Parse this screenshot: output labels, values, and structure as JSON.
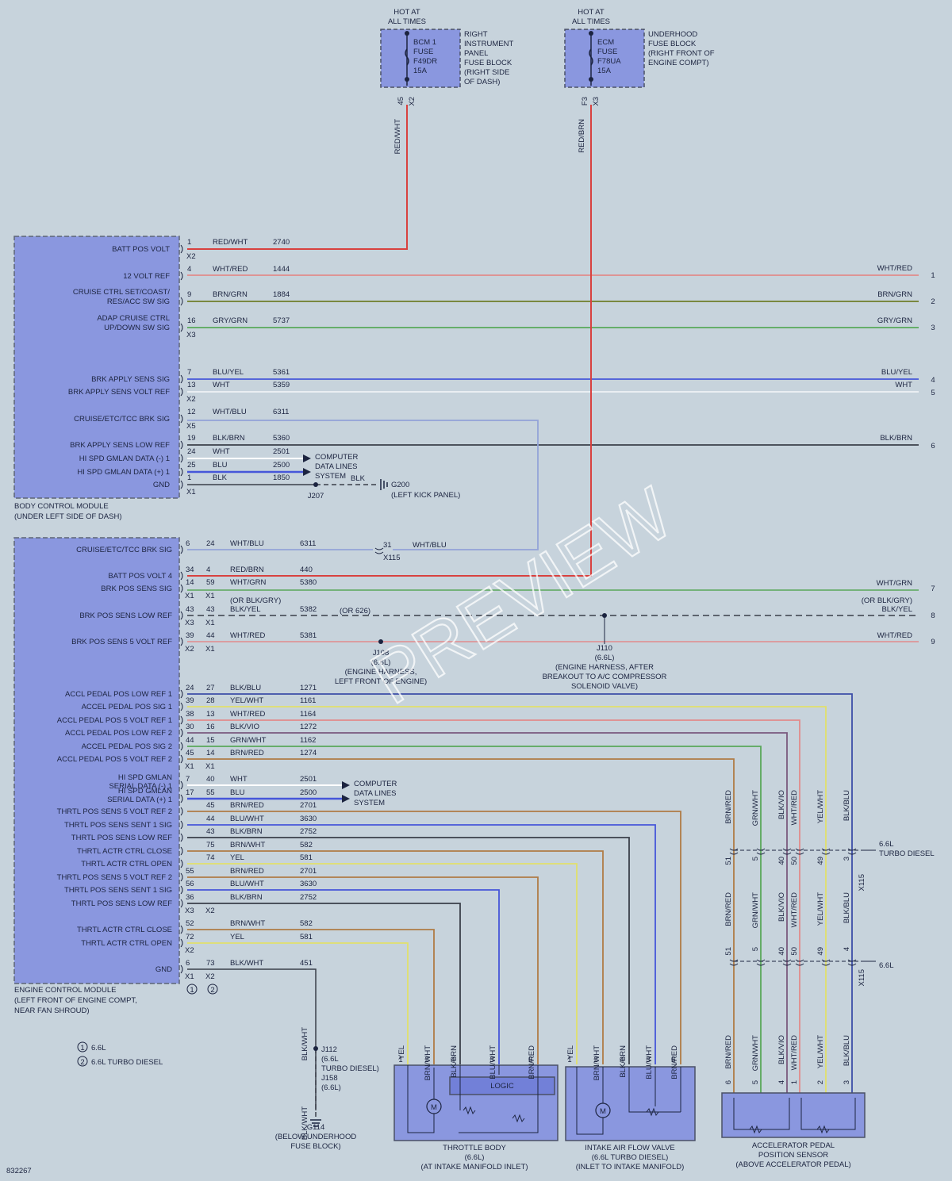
{
  "colors": {
    "background": "#c7d3dc",
    "module_fill": "#8a97df",
    "module_stroke": "#5d6577",
    "red": "#d8413f",
    "pink": "#e28b8b",
    "olive": "#6f7d2a",
    "green": "#59a85a",
    "blue": "#4656d9",
    "light_blue": "#93a3d8",
    "yellow": "#e1e06c",
    "brown": "#b07b45",
    "black": "#3a3f4a",
    "white_wire": "#eef2f6"
  },
  "fuses": [
    {
      "hot": [
        "HOT AT",
        "ALL TIMES"
      ],
      "label": [
        "BCM 1",
        "FUSE",
        "F49DR",
        "15A"
      ],
      "location": [
        "RIGHT",
        "INSTRUMENT",
        "PANEL",
        "FUSE BLOCK",
        "(RIGHT SIDE",
        "OF DASH)"
      ],
      "pins": [
        "45",
        "X2"
      ],
      "wire": "RED/WHT"
    },
    {
      "hot": [
        "HOT AT",
        "ALL TIMES"
      ],
      "label": [
        "ECM",
        "FUSE",
        "F78UA",
        "15A"
      ],
      "location": [
        "UNDERHOOD",
        "FUSE BLOCK",
        "(RIGHT FRONT OF",
        "ENGINE COMPT)"
      ],
      "pins": [
        "F3",
        "X3"
      ],
      "wire": "RED/BRN"
    }
  ],
  "bcm": {
    "name": [
      "BODY CONTROL MODULE",
      "(UNDER LEFT SIDE OF DASH)"
    ],
    "rows": [
      {
        "sig": [
          "BATT POS VOLT"
        ],
        "pin": "1",
        "color": "RED/WHT",
        "circuit": "2740",
        "conn": "X2"
      },
      {
        "sig": [
          "12 VOLT REF"
        ],
        "pin": "4",
        "color": "WHT/RED",
        "circuit": "1444",
        "right_color": "WHT/RED",
        "right_num": "1"
      },
      {
        "sig": [
          "CRUISE CTRL SET/COAST/",
          "RES/ACC SW SIG"
        ],
        "pin": "9",
        "color": "BRN/GRN",
        "circuit": "1884",
        "right_color": "BRN/GRN",
        "right_num": "2"
      },
      {
        "sig": [
          "ADAP CRUISE CTRL",
          "UP/DOWN SW SIG"
        ],
        "pin": "16",
        "color": "GRY/GRN",
        "circuit": "5737",
        "right_color": "GRY/GRN",
        "right_num": "3",
        "conn": "X3"
      },
      {
        "sig": [
          "BRK APPLY SENS SIG"
        ],
        "pin": "7",
        "color": "BLU/YEL",
        "circuit": "5361",
        "right_color": "BLU/YEL",
        "right_num": "4"
      },
      {
        "sig": [
          "BRK APPLY SENS VOLT REF"
        ],
        "pin": "13",
        "color": "WHT",
        "circuit": "5359",
        "right_color": "WHT",
        "right_num": "5",
        "conn": "X2"
      },
      {
        "sig": [
          "CRUISE/ETC/TCC BRK SIG"
        ],
        "pin": "12",
        "color": "WHT/BLU",
        "circuit": "6311",
        "conn": "X5"
      },
      {
        "sig": [
          "BRK APPLY SENS LOW REF"
        ],
        "pin": "19",
        "color": "BLK/BRN",
        "circuit": "5360",
        "right_color": "BLK/BRN",
        "right_num": "6"
      },
      {
        "sig": [
          "HI SPD GMLAN DATA (-) 1"
        ],
        "pin": "24",
        "color": "WHT",
        "circuit": "2501"
      },
      {
        "sig": [
          "HI SPD GMLAN DATA (+) 1"
        ],
        "pin": "25",
        "color": "BLU",
        "circuit": "2500"
      },
      {
        "sig": [
          "GND"
        ],
        "pin": "1",
        "color": "BLK",
        "circuit": "1850",
        "conn": "X1"
      }
    ],
    "data_lines": [
      "COMPUTER",
      "DATA LINES",
      "SYSTEM"
    ],
    "gnd_wire": "BLK",
    "splice": "J207",
    "ground": [
      "G200",
      "(LEFT KICK PANEL)"
    ]
  },
  "ecm": {
    "name": [
      "ENGINE CONTROL MODULE",
      "(LEFT FRONT OF ENGINE COMPT,",
      "NEAR FAN SHROUD)"
    ],
    "rows": [
      {
        "sig": [
          "CRUISE/ETC/TCC BRK SIG"
        ],
        "p1": "6",
        "p2": "24",
        "color": "WHT/BLU",
        "circuit": "6311"
      },
      {
        "sig": [
          "BATT POS VOLT 4"
        ],
        "p1": "34",
        "p2": "4",
        "color": "RED/BRN",
        "circuit": "440"
      },
      {
        "sig": [
          "BRK POS SENS SIG"
        ],
        "p1": "14",
        "p2": "59",
        "color": "WHT/GRN",
        "circuit": "5380",
        "conn": [
          "X1",
          "X1"
        ],
        "right_color": "WHT/GRN",
        "right_num": "7"
      },
      {
        "sig": [
          "BRK POS SENS LOW REF"
        ],
        "p1": "43",
        "p2": "43",
        "color": "BLK/YEL",
        "alt": "(OR BLK/GRY)",
        "circuit": "5382",
        "conn": [
          "X3",
          "X1"
        ],
        "right_color": "BLK/YEL",
        "right_alt": "(OR BLK/GRY)",
        "right_num": "8"
      },
      {
        "sig": [
          "BRK POS SENS 5 VOLT REF"
        ],
        "p1": "39",
        "p2": "44",
        "color": "WHT/RED",
        "circuit": "5381",
        "conn": [
          "X2",
          "X1"
        ],
        "right_color": "WHT/RED",
        "right_num": "9"
      },
      {
        "sig": [
          "ACCL PEDAL POS LOW REF 1"
        ],
        "p1": "24",
        "p2": "27",
        "color": "BLK/BLU",
        "circuit": "1271"
      },
      {
        "sig": [
          "ACCEL PEDAL POS SIG 1"
        ],
        "p1": "39",
        "p2": "28",
        "color": "YEL/WHT",
        "circuit": "1161"
      },
      {
        "sig": [
          "ACCL PEDAL POS 5 VOLT REF 1"
        ],
        "p1": "38",
        "p2": "13",
        "color": "WHT/RED",
        "circuit": "1164"
      },
      {
        "sig": [
          "ACCL PEDAL POS LOW REF 2"
        ],
        "p1": "30",
        "p2": "16",
        "color": "BLK/VIO",
        "circuit": "1272"
      },
      {
        "sig": [
          "ACCEL PEDAL POS SIG 2"
        ],
        "p1": "44",
        "p2": "15",
        "color": "GRN/WHT",
        "circuit": "1162"
      },
      {
        "sig": [
          "ACCL PEDAL POS 5 VOLT REF 2"
        ],
        "p1": "45",
        "p2": "14",
        "color": "BRN/RED",
        "circuit": "1274",
        "conn": [
          "X1",
          "X1"
        ]
      },
      {
        "sig": [
          "HI SPD GMLAN",
          "SERIAL DATA (-) 1"
        ],
        "p1": "7",
        "p2": "40",
        "color": "WHT",
        "circuit": "2501"
      },
      {
        "sig": [
          "HI SPD GMLAN",
          "SERIAL DATA (+) 1"
        ],
        "p1": "17",
        "p2": "55",
        "color": "BLU",
        "circuit": "2500"
      },
      {
        "sig": [
          "THRTL POS SENS 5 VOLT REF 2"
        ],
        "p1": "",
        "p2": "45",
        "color": "BRN/RED",
        "circuit": "2701"
      },
      {
        "sig": [
          "THRTL POS SENS SENT 1 SIG"
        ],
        "p1": "",
        "p2": "44",
        "color": "BLU/WHT",
        "circuit": "3630"
      },
      {
        "sig": [
          "THRTL POS SENS LOW REF"
        ],
        "p1": "",
        "p2": "43",
        "color": "BLK/BRN",
        "circuit": "2752"
      },
      {
        "sig": [
          "THRTL ACTR CTRL CLOSE"
        ],
        "p1": "",
        "p2": "75",
        "color": "BRN/WHT",
        "circuit": "582"
      },
      {
        "sig": [
          "THRTL ACTR CTRL OPEN"
        ],
        "p1": "",
        "p2": "74",
        "color": "YEL",
        "circuit": "581"
      },
      {
        "sig": [
          "THRTL POS SENS 5 VOLT REF 2"
        ],
        "p1": "55",
        "p2": "",
        "color": "BRN/RED",
        "circuit": "2701"
      },
      {
        "sig": [
          "THRTL POS SENS SENT 1 SIG"
        ],
        "p1": "56",
        "p2": "",
        "color": "BLU/WHT",
        "circuit": "3630"
      },
      {
        "sig": [
          "THRTL POS SENS LOW REF"
        ],
        "p1": "36",
        "p2": "",
        "color": "BLK/BRN",
        "circuit": "2752",
        "conn": [
          "X3",
          "X2"
        ]
      },
      {
        "sig": [
          "THRTL ACTR CTRL CLOSE"
        ],
        "p1": "52",
        "p2": "",
        "color": "BRN/WHT",
        "circuit": "582"
      },
      {
        "sig": [
          "THRTL ACTR CTRL OPEN"
        ],
        "p1": "72",
        "p2": "",
        "color": "YEL",
        "circuit": "581",
        "conn": [
          "X2",
          ""
        ]
      },
      {
        "sig": [
          "GND"
        ],
        "p1": "6",
        "p2": "73",
        "color": "BLK/WHT",
        "circuit": "451",
        "conn": [
          "X1",
          "X2"
        ]
      }
    ],
    "data_lines": [
      "COMPUTER",
      "DATA LINES",
      "SYSTEM"
    ],
    "inline": {
      "pin": "31",
      "conn": "X115",
      "wire": "WHT/BLU"
    },
    "or_626": "(OR 626)",
    "j108": [
      "J108",
      "(6.6L)",
      "(ENGINE HARNESS,",
      "LEFT FRONT OF ENGINE)"
    ],
    "j110": [
      "J110",
      "(6.6L)",
      "(ENGINE HARNESS, AFTER",
      "BREAKOUT TO A/C COMPRESSOR",
      "SOLENOID VALVE)"
    ],
    "gnd_wire": "BLK/WHT",
    "j112": [
      "J112",
      "(6.6L",
      "TURBO DIESEL)",
      "J158",
      "(6.6L)"
    ],
    "ground": [
      "G114",
      "(BELOW UNDERHOOD",
      "FUSE BLOCK)"
    ],
    "markers": [
      "1",
      "2"
    ]
  },
  "legend": [
    {
      "num": "1",
      "text": "6.6L"
    },
    {
      "num": "2",
      "text": "6.6L TURBO DIESEL"
    }
  ],
  "pedal_wires": [
    {
      "color": "BRN/RED",
      "c1": "51",
      "c2": "51",
      "pin": "6"
    },
    {
      "color": "GRN/WHT",
      "c1": "5",
      "c2": "5",
      "pin": "5"
    },
    {
      "color": "BLK/VIO",
      "c1": "40",
      "c2": "40",
      "pin": "4"
    },
    {
      "color": "WHT/RED",
      "c1": "50",
      "c2": "50",
      "pin": "1"
    },
    {
      "color": "YEL/WHT",
      "c1": "49",
      "c2": "49",
      "pin": "2"
    },
    {
      "color": "BLK/BLU",
      "c1": "3",
      "c2": "4",
      "pin": "3"
    }
  ],
  "pedal_conn": [
    {
      "name": "X115",
      "note": [
        "6.6L",
        "TURBO DIESEL"
      ]
    },
    {
      "name": "X115",
      "note": [
        "6.6L"
      ]
    }
  ],
  "throttle_body": {
    "name": [
      "THROTTLE BODY",
      "(6.6L)",
      "(AT INTAKE MANIFOLD INLET)"
    ],
    "logic": "LOGIC",
    "motor": "M",
    "wires": [
      {
        "color": "YEL",
        "pin": "1"
      },
      {
        "color": "BRN/WHT",
        "pin": "2"
      },
      {
        "color": "BLK/BRN",
        "pin": "4"
      },
      {
        "color": "BLU/WHT",
        "pin": "3"
      },
      {
        "color": "BRN/RED",
        "pin": "5"
      }
    ]
  },
  "intake_valve": {
    "name": [
      "INTAKE AIR FLOW VALVE",
      "(6.6L TURBO DIESEL)",
      "(INLET TO INTAKE MANIFOLD)"
    ],
    "motor": "M",
    "wires": [
      {
        "color": "YEL",
        "pin": "1"
      },
      {
        "color": "BRN/WHT",
        "pin": "2"
      },
      {
        "color": "BLK/BRN",
        "pin": "4"
      },
      {
        "color": "BLU/WHT",
        "pin": "3"
      },
      {
        "color": "BRN/RED",
        "pin": "5"
      }
    ]
  },
  "pedal_sensor": {
    "name": [
      "ACCELERATOR PEDAL",
      "POSITION SENSOR",
      "(ABOVE ACCELERATOR PEDAL)"
    ]
  },
  "diagram_id": "832267",
  "watermark": "PREVIEW"
}
